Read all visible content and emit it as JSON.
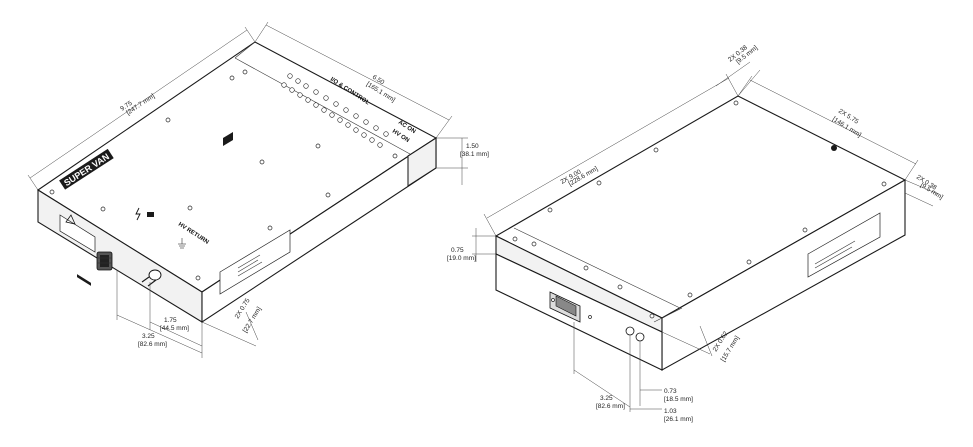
{
  "left_view": {
    "brand": "SUPER VAN",
    "panel_label": "I/O & CONTROL",
    "power_labels": [
      "AC ON",
      "HV ON"
    ],
    "terminal_label": "HV RETURN",
    "dims": {
      "length": {
        "in": "9.75",
        "mm": "[247.7 mm]"
      },
      "width": {
        "in": "6.50",
        "mm": "[165.1 mm]"
      },
      "height": {
        "in": "1.50",
        "mm": "[38.1 mm]"
      },
      "conn_pos": {
        "in": "3.25",
        "mm": "[82.6 mm]"
      },
      "hv_pos": {
        "in": "1.75",
        "mm": "[44.5 mm]"
      },
      "foot_offset": {
        "in": "2X 0.75",
        "mm": "[22.7 mm]"
      }
    }
  },
  "right_view": {
    "dims": {
      "length": {
        "in": "2X 9.00",
        "mm": "[228.6 mm]"
      },
      "top_offset": {
        "in": "2X 0.38",
        "mm": "[9.5 mm]"
      },
      "width": {
        "in": "2X 5.75",
        "mm": "[146.1 mm]"
      },
      "side_offset": {
        "in": "2X 0.38",
        "mm": "[9.5 mm]"
      },
      "rail_height": {
        "in": "0.75",
        "mm": "[19.0 mm]"
      },
      "d_pos": {
        "in": "3.25",
        "mm": "[82.6 mm]"
      },
      "led1": {
        "in": "0.73",
        "mm": "[18.5 mm]"
      },
      "led2": {
        "in": "1.03",
        "mm": "[26.1 mm]"
      },
      "foot_offset": {
        "in": "2X 0.62",
        "mm": "[15.7 mm]"
      }
    }
  }
}
